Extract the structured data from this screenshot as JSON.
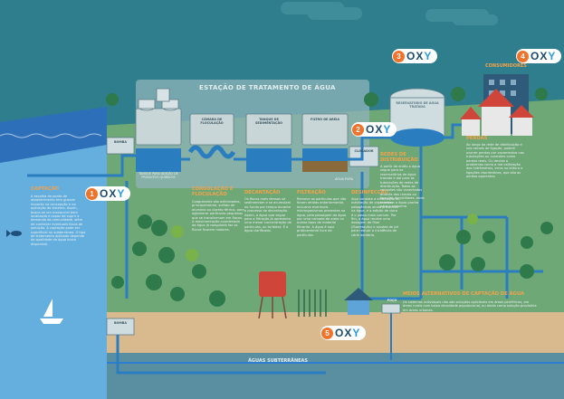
{
  "colors": {
    "background": "#2f7e8e",
    "accent": "#f4a24a",
    "water": "#2a7ec0",
    "logo_badge": "#f0732b"
  },
  "callouts": [
    {
      "number": "1",
      "logo": "oxy"
    },
    {
      "number": "2",
      "logo": "oxy"
    },
    {
      "number": "3",
      "logo": "oxy"
    },
    {
      "number": "4",
      "logo": "oxy"
    },
    {
      "number": "5",
      "logo": "oxy"
    }
  ],
  "headings": {
    "station": "ESTAÇÃO DE TRATAMENTO DE ÁGUA",
    "captacao": "CAPTAÇÃO",
    "coagulacao": "COAGULAÇÃO E FLOCULAÇÃO",
    "decantacao": "DECANTAÇÃO",
    "filtracao": "FILTRAÇÃO",
    "desinfeccao": "DESINFECÇÃO",
    "redes": "REDES DE DISTRIBUIÇÃO",
    "perdas": "PERDAS",
    "consumidores": "CONSUMIDORES",
    "meios": "MEIOS ALTERNATIVOS DE CAPTAÇÃO DE ÁGUA",
    "subterraneas": "ÁGUAS SUBTERRÂNEAS"
  },
  "labels": {
    "bomba_top": "BOMBA",
    "bomba_bottom": "BOMBA",
    "tanque_adicao": "TANQUE PARA ADIÇÃO DE PRODUTOS QUÍMICOS",
    "camara": "CÂMARA DE FLOCULAÇÃO",
    "tanque_sed": "TANQUE DE SEDIMENTAÇÃO",
    "filtro": "FILTRO DE AREIA",
    "clorador": "CLORADOR",
    "agua_pura": "ÁGUA PURA",
    "reservatorio": "RESERVATÓRIO DE ÁGUA TRATADA",
    "poco": "POÇO"
  },
  "texts": {
    "captacao": "A escolha do ponto de abastecimento tem grande impacto na concepção e na operação do sistema. Assim, busca-se um manancial bem localizado e capaz de suprir a demanda da comunidade, além de conhecer eventuais focos de poluição. A captação pode ser superficial ou subterrânea. O tipo de tratamento aplicado depende da qualidade da água bruta disponível.",
    "coagulacao": "Coagulantes são adicionados, principalmente, sulfato de alumínio ou cloreto férrico, para aglomerar partículas pequenas que se transformam em flocos. A movimentação coordenada da água já coagulada faz os flocos ficarem maiores.",
    "decantacao": "Os flocos mais densos se sedimentam e se acumulam no fundo por tempo durante o processo de decantação. Assim, a água que segue para a filtração já apresenta uma menor concentração de partículas, ou turbidez. É a água clarificada.",
    "filtracao": "Remove as partículas que não foram retidas anteriormente, inclusive eventuais microrganismos presentes na água, pela passagem da água por uma camada de areia ou outros tipos de material filtrante. A água é aqui praticamente livre de partículas.",
    "desinfeccao": "Aqui consiste a eliminação ou inativação de organismos patogênicos ainda presentes na água, e a adição de cloro é o passo mais comum. Por fim, a água recebe uma dosagem de flúor (fluoretação) e ajustes de pH para reduzir a incidência de cárie dentária.",
    "redes": "A partir de então a água segue para os reservatórios de água tratada e daí para as tubulações de redes de distribuição. Todas as conexões são conectadas através das ramais ou ligações domiciliares, onde recebem a água pronta para o consumo.",
    "perdas": "Ao longo da rede de distribuição e nos ramais de ligação, podem ocorrer perdas por vazamentos nas tubulações ou conexões como perdas reais. Ou devido a problemas como a má calibração dos hidrômetros, erros na leitura e ligações clandestinas, que são as perdas aparentes.",
    "meios": "Os sistemas individuais não são soluções aplicáveis em áreas periféricas, em áreas rurais com baixa densidade populacional, ou ainda como solução provisória em áreas urbanas."
  }
}
